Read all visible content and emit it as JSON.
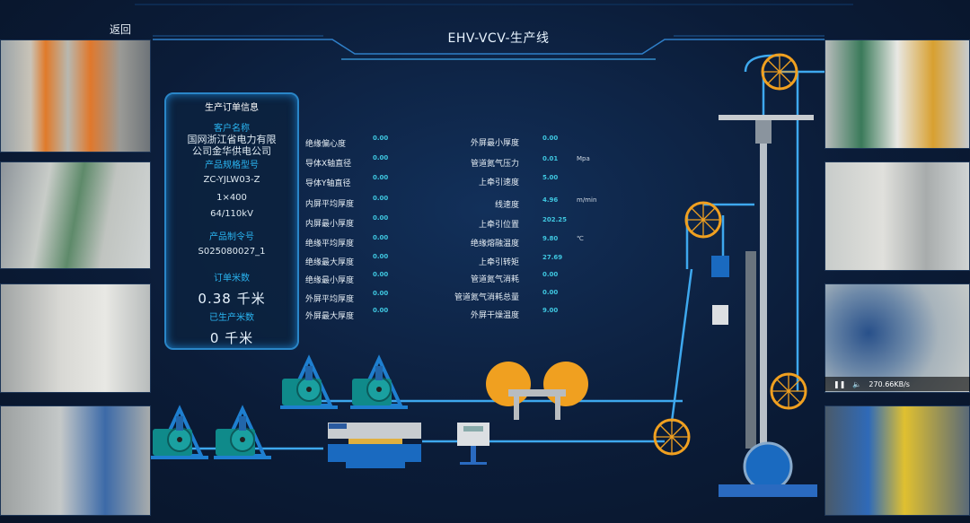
{
  "header": {
    "back_label": "返回",
    "title": "EHV-VCV-生产线"
  },
  "order_panel": {
    "title": "生产订单信息",
    "customer_label": "客户名称",
    "customer_line1": "国网浙江省电力有限",
    "customer_line2": "公司金华供电公司",
    "model_label": "产品规格型号",
    "model": "ZC-YJLW03-Z",
    "spec": "1×400",
    "voltage": "64/110kV",
    "order_no_label": "产品制令号",
    "order_no": "S025080027_1",
    "order_length_label": "订单米数",
    "order_length": "0.38 千米",
    "produced_label": "已生产米数",
    "produced": "0 千米"
  },
  "metrics_left": [
    {
      "label": "绝缘偏心度",
      "value": "0.00"
    },
    {
      "label": "导体X轴直径",
      "value": "0.00"
    },
    {
      "label": "导体Y轴直径",
      "value": "0.00"
    },
    {
      "label": "内屏平均厚度",
      "value": "0.00"
    },
    {
      "label": "内屏最小厚度",
      "value": "0.00"
    },
    {
      "label": "绝缘平均厚度",
      "value": "0.00"
    },
    {
      "label": "绝缘最大厚度",
      "value": "0.00"
    },
    {
      "label": "绝缘最小厚度",
      "value": "0.00"
    },
    {
      "label": "外屏平均厚度",
      "value": "0.00"
    },
    {
      "label": "外屏最大厚度",
      "value": "0.00"
    }
  ],
  "metrics_right": [
    {
      "label": "外屏最小厚度",
      "value": "0.00",
      "unit": ""
    },
    {
      "label": "管道氮气压力",
      "value": "0.01",
      "unit": "Mpa"
    },
    {
      "label": "上牵引速度",
      "value": "5.00",
      "unit": ""
    },
    {
      "label": "线速度",
      "value": "4.96",
      "unit": "m/min"
    },
    {
      "label": "上牵引位置",
      "value": "202.25",
      "unit": ""
    },
    {
      "label": "绝缘熔融温度",
      "value": "9.80",
      "unit": "℃"
    },
    {
      "label": "上牵引转矩",
      "value": "27.69",
      "unit": ""
    },
    {
      "label": "管道氮气消耗",
      "value": "0.00",
      "unit": ""
    },
    {
      "label": "管道氮气消耗总量",
      "value": "0.00",
      "unit": ""
    },
    {
      "label": "外屏干燥温度",
      "value": "9.00",
      "unit": ""
    }
  ],
  "camera_status": {
    "bitrate": "270.66KB/s"
  },
  "colors": {
    "accent": "#2ab4f0",
    "value": "#3fc7e0",
    "line": "#3ea8ee",
    "reel": "#f0a020"
  }
}
